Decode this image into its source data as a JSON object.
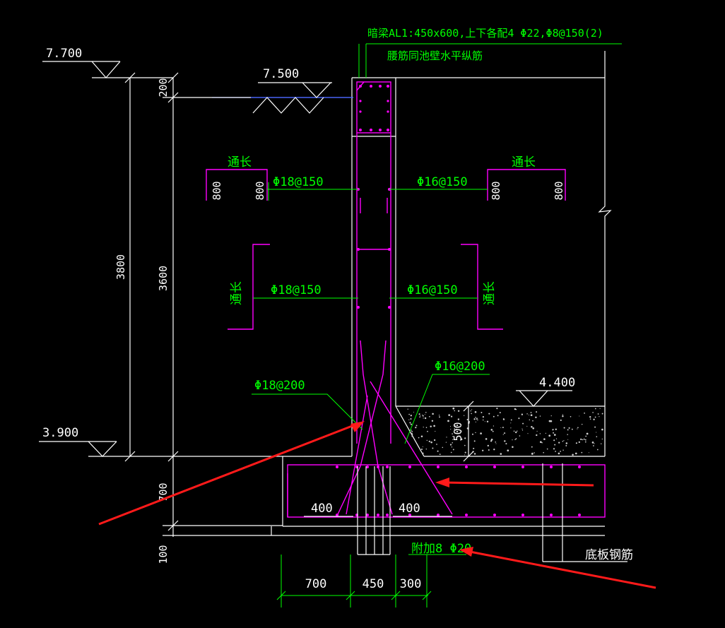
{
  "beam_note": {
    "line1": "暗梁AL1:450x600,上下各配4 Φ22,Φ8@150(2)",
    "line2": "腰筋同池壁水平纵筋"
  },
  "elevations": {
    "top": "7.700",
    "ground": "7.500",
    "inner": "4.400",
    "bottom": "3.900"
  },
  "dimensions": {
    "total_height": "3800",
    "wall_height": "3600",
    "top_offset": "200",
    "slab_thickness": "700",
    "cushion": "100",
    "fill_thickness": "500",
    "width_left": "700",
    "width_wall": "450",
    "width_right": "300",
    "anchor_left": "400",
    "anchor_right": "400",
    "lap_length": "800"
  },
  "rebar": {
    "left_horizontal_1": "Φ18@150",
    "right_horizontal_1": "Φ16@150",
    "left_horizontal_2": "Φ18@150",
    "right_horizontal_2": "Φ16@150",
    "left_vertical": "Φ18@200",
    "right_vertical": "Φ16@200",
    "additional": "附加8 Φ20",
    "slab_rebar": "底板钢筋",
    "continuous": "通长"
  },
  "colors": {
    "background": "#000000",
    "dimension": "#00ff00",
    "rebar": "#ff00ff",
    "outline": "#ffffff",
    "annotation_arrow": "#ff1a1a"
  }
}
